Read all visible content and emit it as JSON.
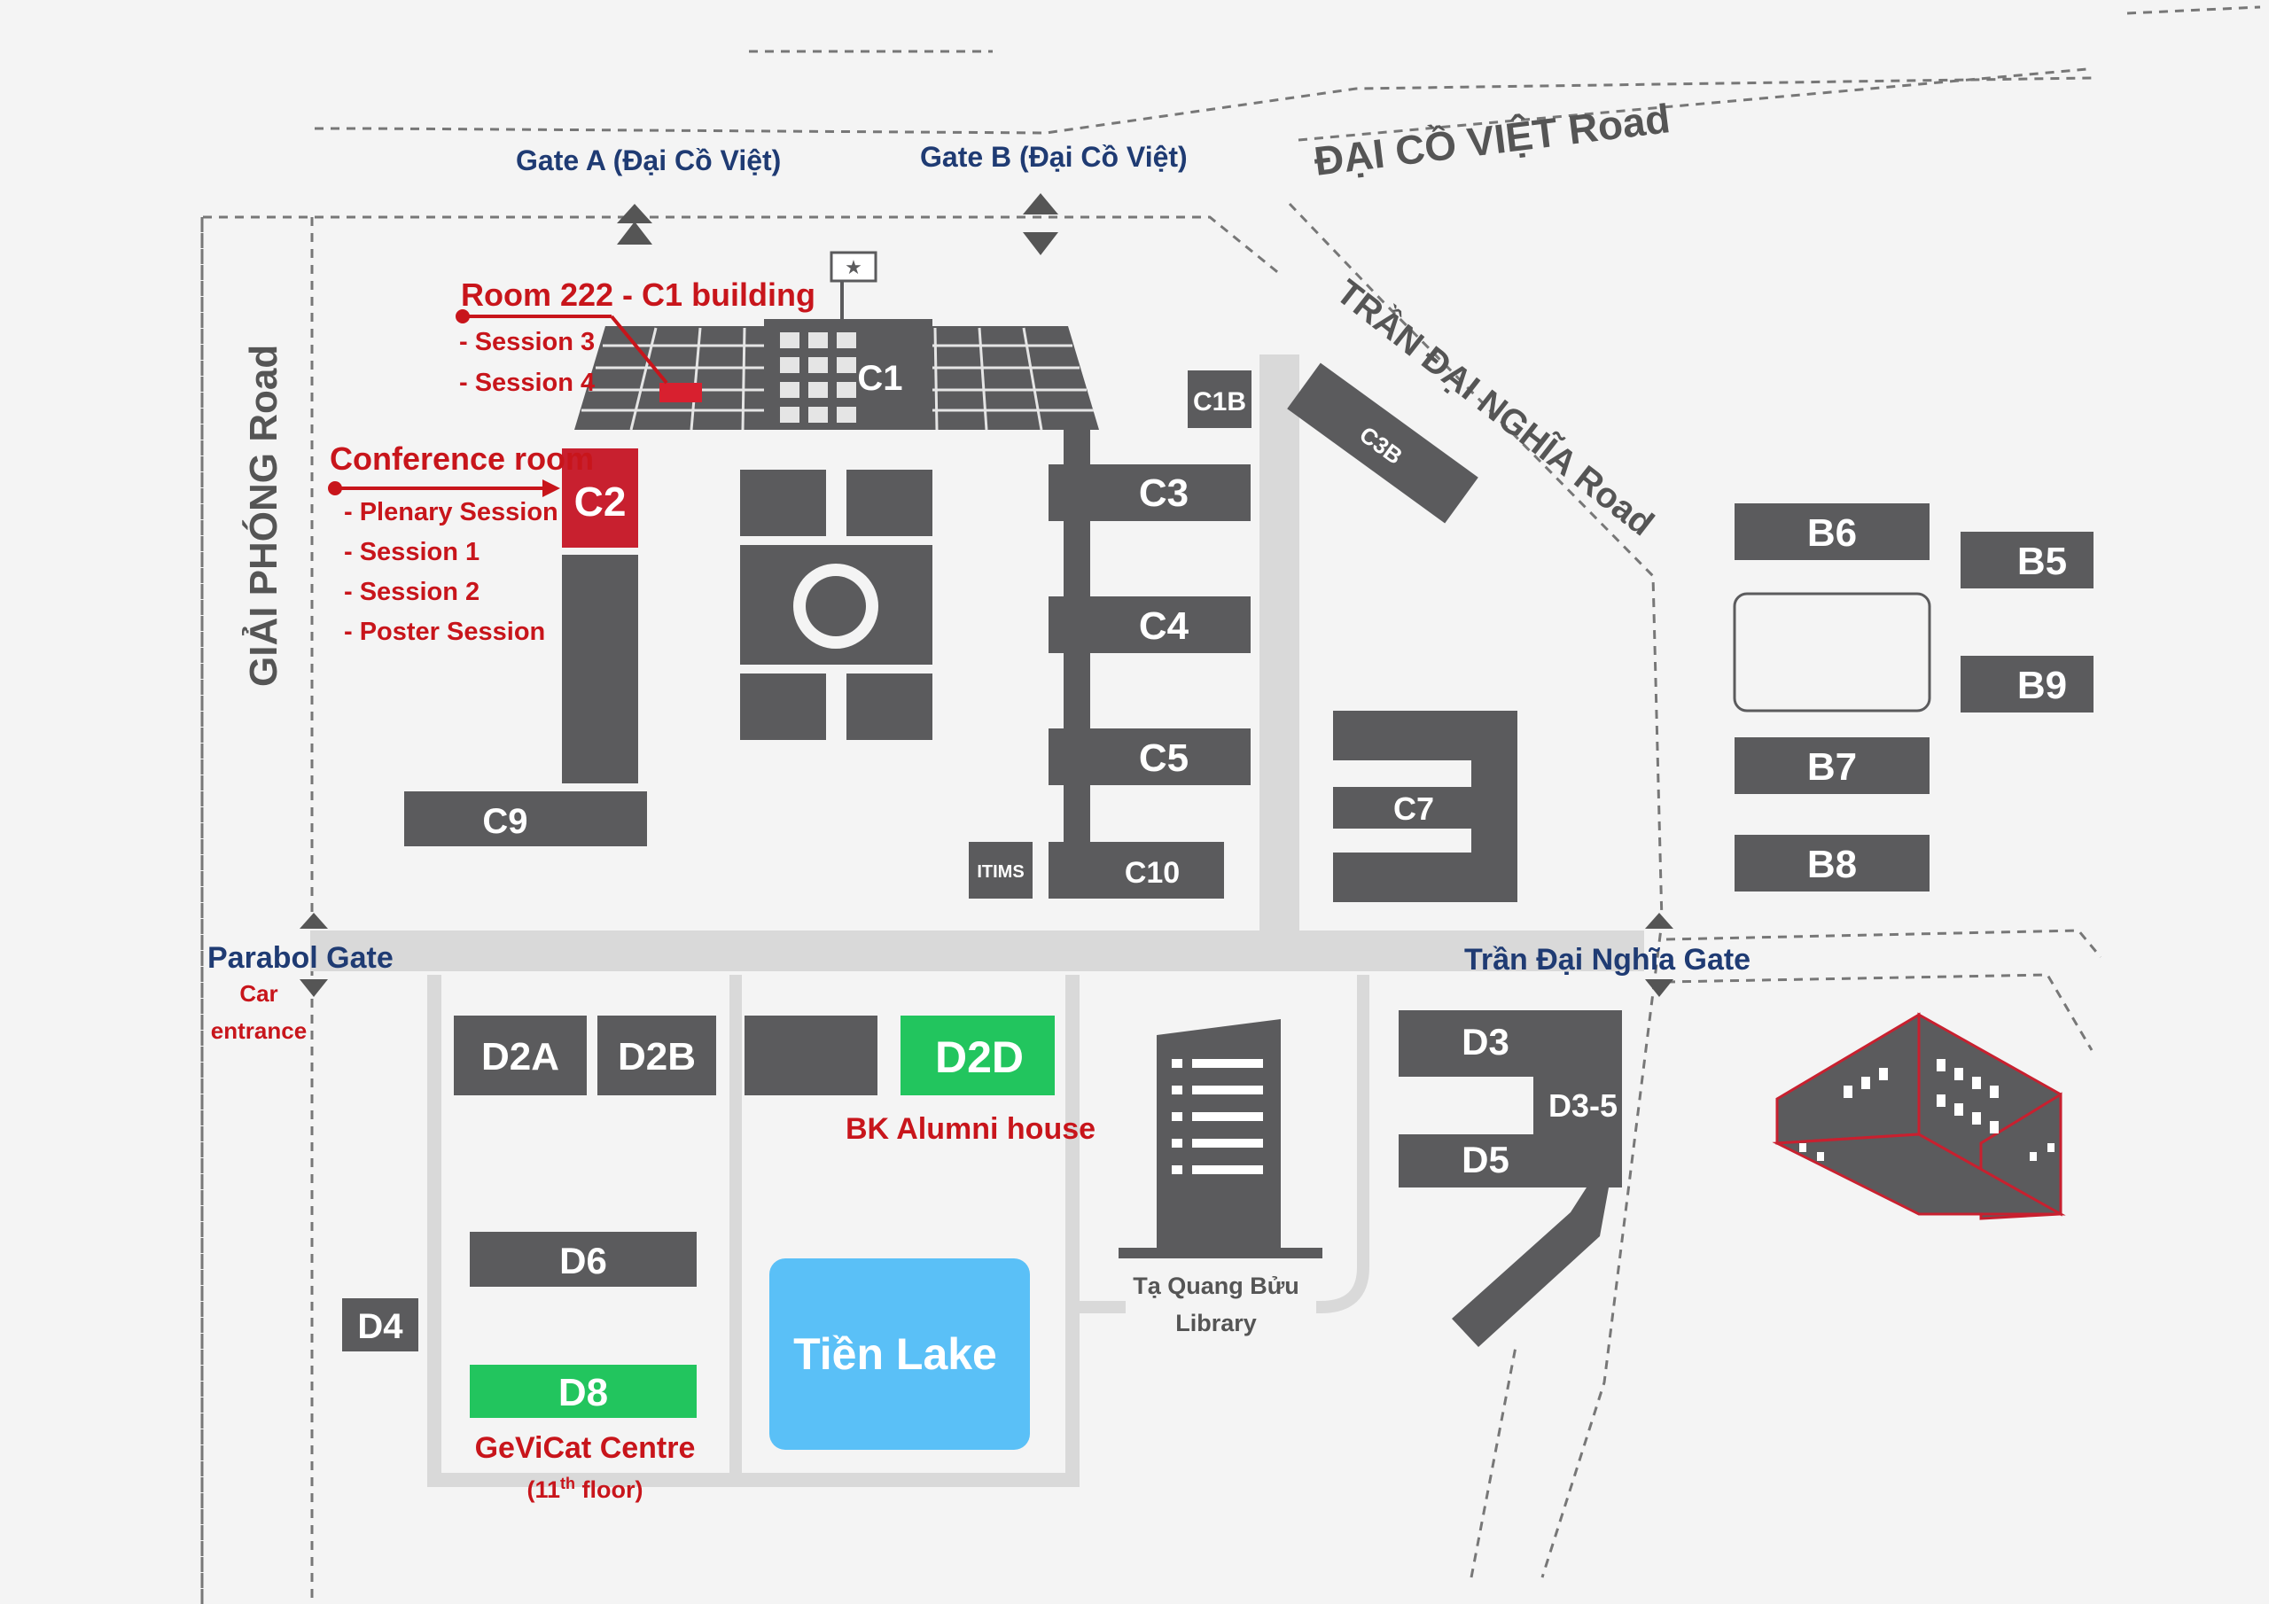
{
  "roads": {
    "dai_co_viet": "ĐẠI CỒ VIỆT Road",
    "tran_dai_nghia": "TRẦN ĐẠI NGHĨA Road",
    "giai_phong": "GIẢI PHÓNG Road"
  },
  "gates": {
    "gate_a": "Gate A (Đại Cồ Việt)",
    "gate_b": "Gate B (Đại Cồ Việt)",
    "parabol": "Parabol Gate",
    "car_entrance_1": "Car",
    "car_entrance_2": "entrance",
    "tran_dai_nghia": "Trần Đại Nghĩa Gate"
  },
  "annotations": {
    "room222": {
      "title": "Room 222 - C1 building",
      "items": [
        "- Session 3",
        "- Session 4"
      ]
    },
    "conference": {
      "title": "Conference room",
      "items": [
        "- Plenary Session",
        "- Session 1",
        "- Session 2",
        "- Poster Session"
      ]
    },
    "bk_alumni": "BK Alumni house",
    "gevicat": {
      "line1": "GeViCat Centre",
      "line2_pre": "(11",
      "line2_sup": "th",
      "line2_post": " floor)"
    },
    "library": {
      "line1": "Tạ Quang Bửu",
      "line2": "Library"
    }
  },
  "buildings": {
    "c1": "C1",
    "c1b": "C1B",
    "c2": "C2",
    "c3": "C3",
    "c3b": "C3B",
    "c4": "C4",
    "c5": "C5",
    "c7": "C7",
    "c9": "C9",
    "c10": "C10",
    "itims": "ITIMS",
    "b5": "B5",
    "b6": "B6",
    "b7": "B7",
    "b8": "B8",
    "b9": "B9",
    "d2a": "D2A",
    "d2b": "D2B",
    "d2d": "D2D",
    "d3": "D3",
    "d3_5": "D3-5",
    "d4": "D4",
    "d5": "D5",
    "d6": "D6",
    "d8": "D8",
    "lake": "Tiền Lake"
  },
  "colors": {
    "building": "#5b5b5d",
    "highlight_red": "#c8202f",
    "highlight_green": "#22c55e",
    "lake": "#5ac0f7",
    "road": "#d9d9d9",
    "label_blue": "#1f3b73",
    "label_red": "#c8151b"
  }
}
